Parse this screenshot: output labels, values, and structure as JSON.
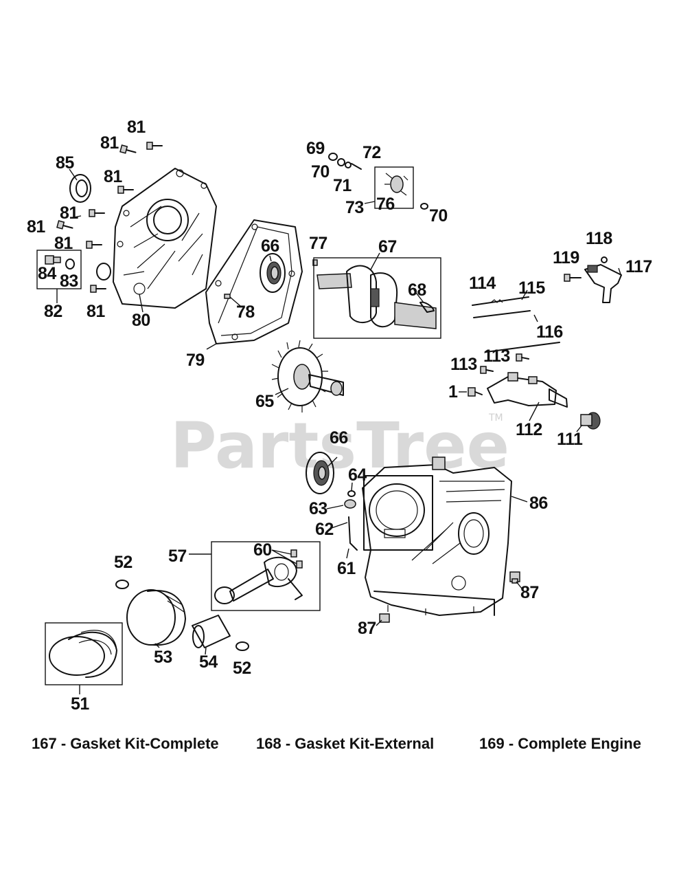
{
  "watermark": {
    "brand": "PartsTree",
    "trademark": "TM"
  },
  "callouts": {
    "c81a": "81",
    "c81b": "81",
    "c81c": "81",
    "c81d": "81",
    "c81e": "81",
    "c81f": "81",
    "c81g": "81",
    "c85": "85",
    "c84": "84",
    "c83": "83",
    "c82": "82",
    "c80": "80",
    "c79": "79",
    "c78": "78",
    "c66a": "66",
    "c66b": "66",
    "c77": "77",
    "c67": "67",
    "c68": "68",
    "c65": "65",
    "c69": "69",
    "c70a": "70",
    "c70b": "70",
    "c71": "71",
    "c72": "72",
    "c73": "73",
    "c76": "76",
    "c114": "114",
    "c115": "115",
    "c116": "116",
    "c117": "117",
    "c118": "118",
    "c119": "119",
    "c113a": "113",
    "c113b": "113",
    "c1": "1",
    "c112": "112",
    "c111": "111",
    "c64": "64",
    "c63": "63",
    "c62": "62",
    "c61": "61",
    "c86": "86",
    "c87a": "87",
    "c87b": "87",
    "c60": "60",
    "c57": "57",
    "c52a": "52",
    "c52b": "52",
    "c53": "53",
    "c54": "54",
    "c51": "51"
  },
  "footer": {
    "item167": "167 - Gasket Kit-Complete",
    "item168": "168 - Gasket Kit-External",
    "item169": "169 - Complete Engine"
  }
}
